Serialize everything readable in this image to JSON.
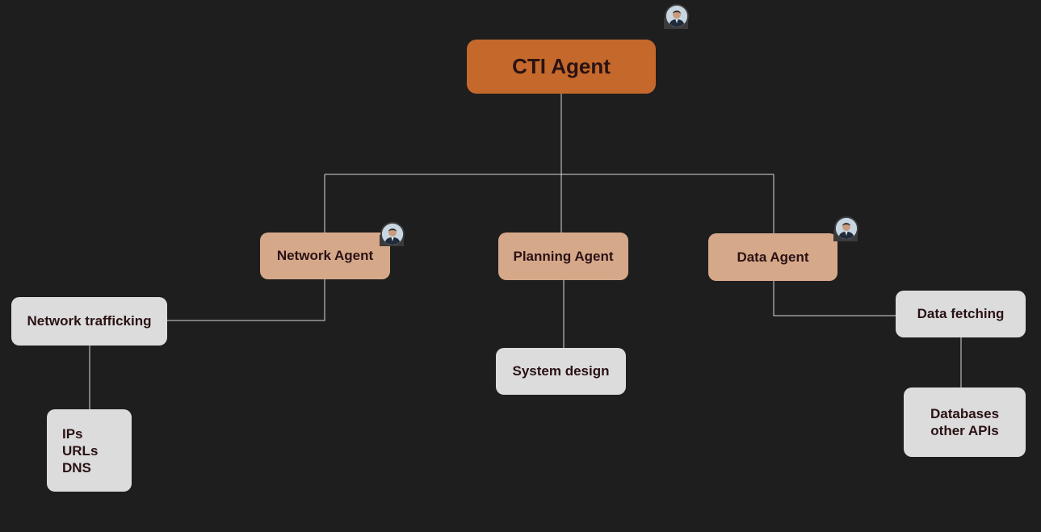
{
  "diagram": {
    "root": {
      "label": "CTI Agent"
    },
    "agents": [
      {
        "id": "network",
        "label": "Network Agent"
      },
      {
        "id": "planning",
        "label": "Planning Agent"
      },
      {
        "id": "data",
        "label": "Data Agent"
      }
    ],
    "leaves": [
      {
        "id": "network-trafficking",
        "lines": [
          "Network trafficking"
        ]
      },
      {
        "id": "ips-urls-dns",
        "lines": [
          "IPs",
          "URLs",
          "DNS"
        ]
      },
      {
        "id": "system-design",
        "lines": [
          "System design"
        ]
      },
      {
        "id": "data-fetching",
        "lines": [
          "Data fetching"
        ]
      },
      {
        "id": "databases-apis",
        "lines": [
          "Databases",
          "other APIs"
        ]
      }
    ],
    "edges": [
      [
        "root",
        "network"
      ],
      [
        "root",
        "planning"
      ],
      [
        "root",
        "data"
      ],
      [
        "network",
        "network-trafficking"
      ],
      [
        "network-trafficking",
        "ips-urls-dns"
      ],
      [
        "planning",
        "system-design"
      ],
      [
        "data",
        "data-fetching"
      ],
      [
        "data-fetching",
        "databases-apis"
      ]
    ]
  },
  "colors": {
    "background": "#1e1e1e",
    "root_fill": "#c4692b",
    "agent_fill": "#d6a88a",
    "leaf_fill": "#dcdcdc",
    "text": "#2a1214",
    "connector": "#d8d8d8"
  },
  "icons": {
    "avatar": "user-avatar-icon"
  }
}
